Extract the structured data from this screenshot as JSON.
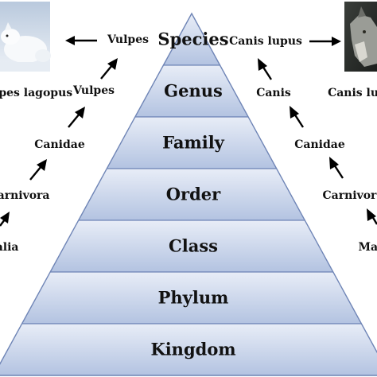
{
  "tiers": [
    {
      "label": "Species"
    },
    {
      "label": "Genus"
    },
    {
      "label": "Family"
    },
    {
      "label": "Order"
    },
    {
      "label": "Class"
    },
    {
      "label": "Phylum"
    },
    {
      "label": "Kingdom"
    }
  ],
  "left_branch": {
    "species": "Vulpes lagopus",
    "genus_top": "Vulpes",
    "genus": "Vulpes",
    "family": "Canidae",
    "order": "Carnivora",
    "class": "Mammalia",
    "image": "arctic-fox-image"
  },
  "right_branch": {
    "species": "Canis lupus",
    "genus": "Canis",
    "family": "Canidae",
    "order": "Carnivora",
    "class": "Mammalia",
    "image": "wolf-image"
  },
  "colors": {
    "tier_top": "#e6ebf6",
    "tier_bottom": "#b4c4e2",
    "tier_border": "#6f85b6"
  }
}
